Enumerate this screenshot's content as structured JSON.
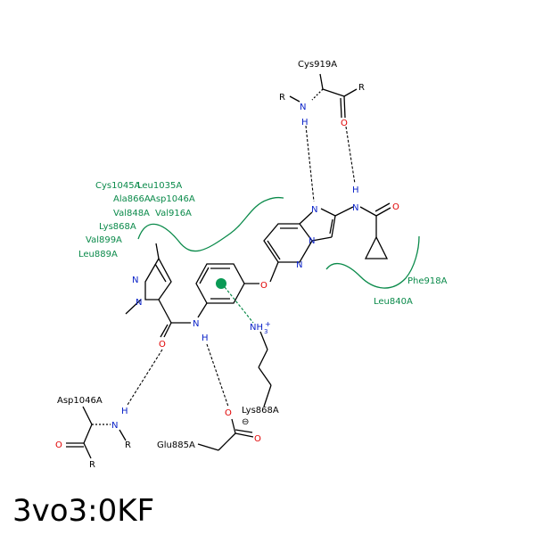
{
  "title": "3vo3:0KF",
  "colors": {
    "hydrophobic": "#0a8a4a",
    "nitrogen": "#0b23c8",
    "oxygen": "#e00000",
    "bond": "#000000"
  },
  "residues": {
    "cys919": "Cys919A",
    "asp1046_bottom": "Asp1046A",
    "glu885": "Glu885A",
    "lys868_bottom": "Lys868A",
    "phe918": "Phe918A",
    "leu840": "Leu840A"
  },
  "hydrophobic_cluster_left": [
    "Cys1045A",
    "Leu1035A",
    "Ala866A",
    "Asp1046A",
    "Val848A",
    "Val916A",
    "Lys868A",
    "Val899A",
    "Leu889A"
  ],
  "atoms": {
    "N": "N",
    "H": "H",
    "O": "O",
    "R": "R",
    "NH": "NH",
    "plus": "+",
    "sub3": "3",
    "minus": "⊖"
  }
}
